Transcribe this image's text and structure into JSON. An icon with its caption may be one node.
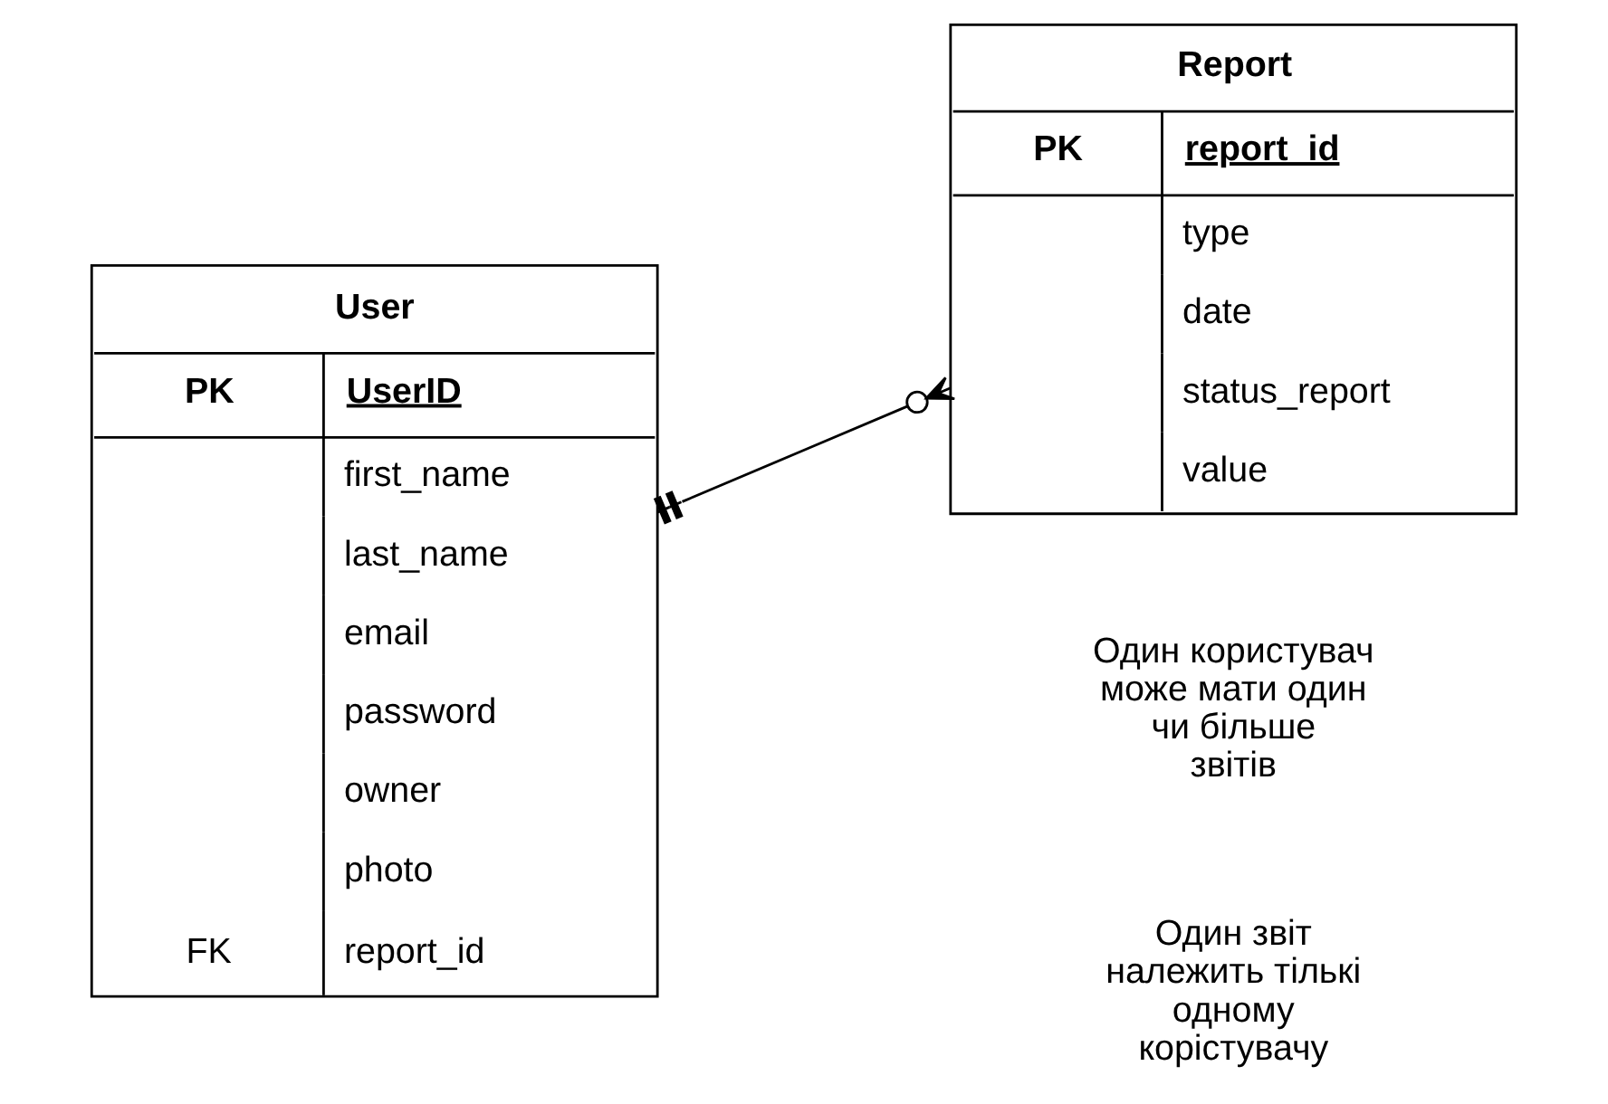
{
  "diagram": {
    "nodes": [
      {
        "text": [
          "User",
          "PK",
          "UserID",
          "first_name",
          "last_name",
          "email",
          "password",
          "owner",
          "photo",
          "FK",
          "report_id"
        ]
      },
      {
        "text": [
          "Report",
          "PK",
          "report_id",
          "type",
          "date",
          "status_report",
          "value"
        ]
      }
    ],
    "edges": [
      {
        "from": 0,
        "to": 1,
        "arrow": "other"
      }
    ],
    "labels": [
      "Один користувач може мати один чи більше звітів",
      "Один звіт належить тількі одному корістувачу"
    ]
  }
}
